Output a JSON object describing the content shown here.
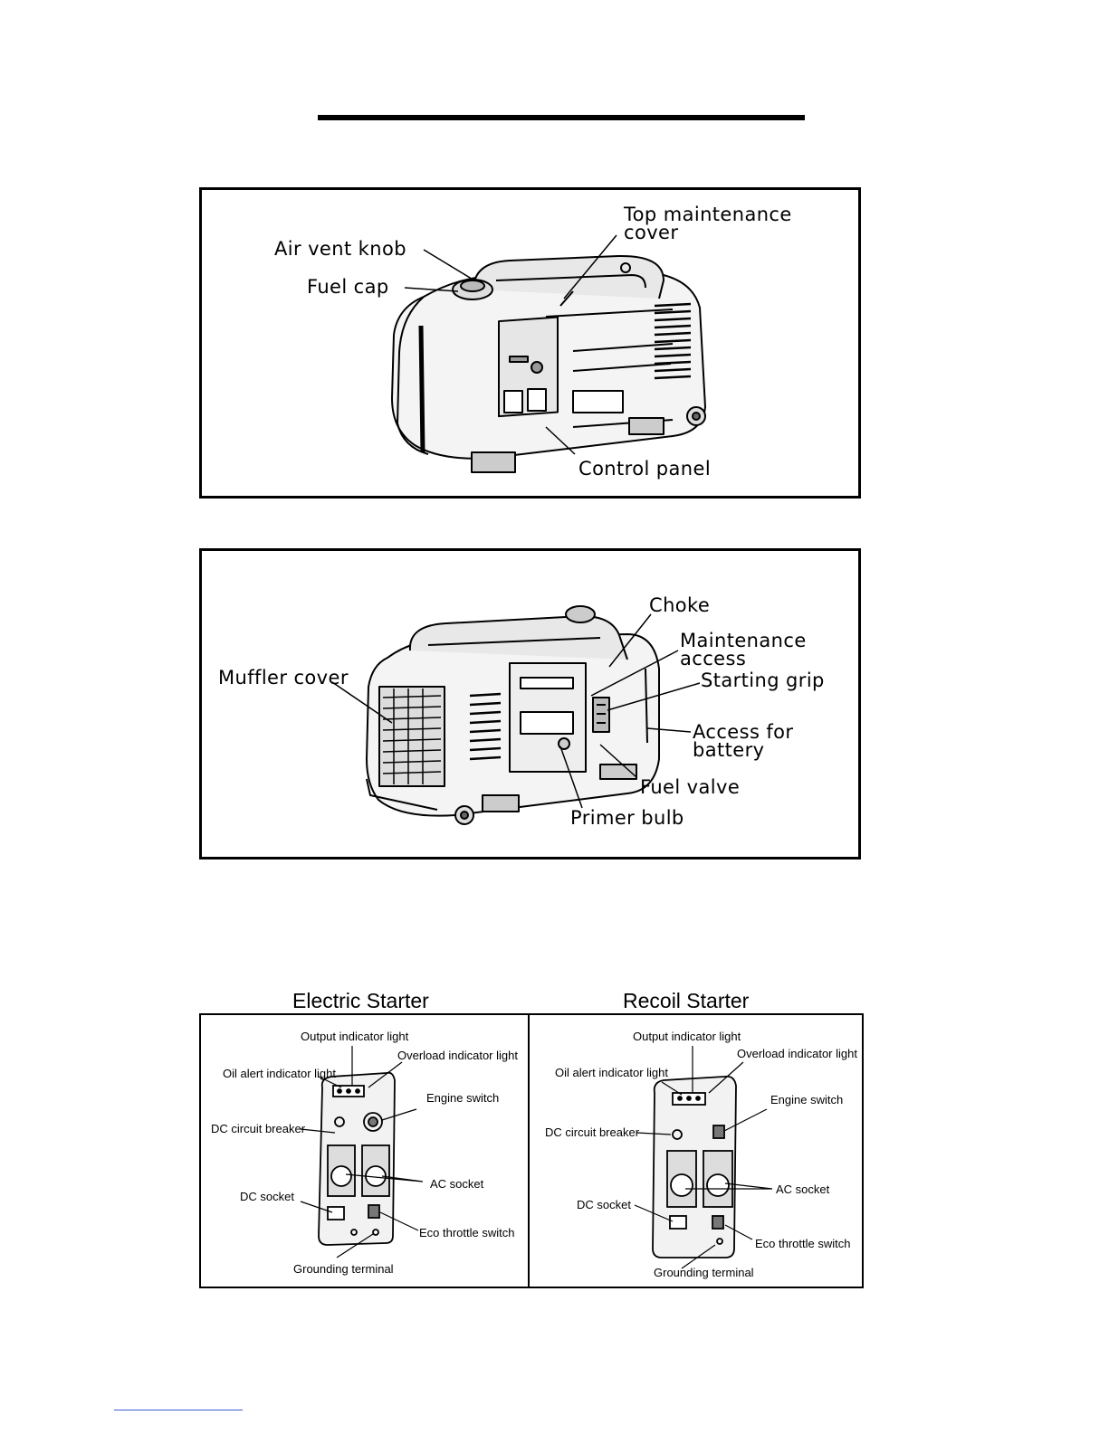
{
  "figure1": {
    "air_vent_knob": "Air vent knob",
    "fuel_cap": "Fuel cap",
    "top_maintenance_cover": "Top maintenance\ncover",
    "control_panel": "Control panel"
  },
  "figure2": {
    "choke": "Choke",
    "maintenance_access": "Maintenance\naccess",
    "starting_grip": "Starting grip",
    "muffler_cover": "Muffler cover",
    "access_for_battery": "Access for\nbattery",
    "fuel_valve": "Fuel valve",
    "primer_bulb": "Primer bulb"
  },
  "panels": {
    "electric": {
      "title": "Electric Starter",
      "output_indicator_light": "Output indicator light",
      "overload_indicator_light": "Overload indicator light",
      "oil_alert_indicator_light": "Oil alert indicator light",
      "engine_switch": "Engine switch",
      "dc_circuit_breaker": "DC circuit breaker",
      "ac_socket": "AC socket",
      "dc_socket": "DC socket",
      "eco_throttle_switch": "Eco throttle switch",
      "grounding_terminal": "Grounding terminal"
    },
    "recoil": {
      "title": "Recoil Starter",
      "output_indicator_light": "Output indicator light",
      "overload_indicator_light": "Overload indicator light",
      "oil_alert_indicator_light": "Oil alert indicator light",
      "engine_switch": "Engine switch",
      "dc_circuit_breaker": "DC circuit breaker",
      "ac_socket": "AC socket",
      "dc_socket": "DC socket",
      "eco_throttle_switch": "Eco throttle switch",
      "grounding_terminal": "Grounding terminal"
    }
  }
}
